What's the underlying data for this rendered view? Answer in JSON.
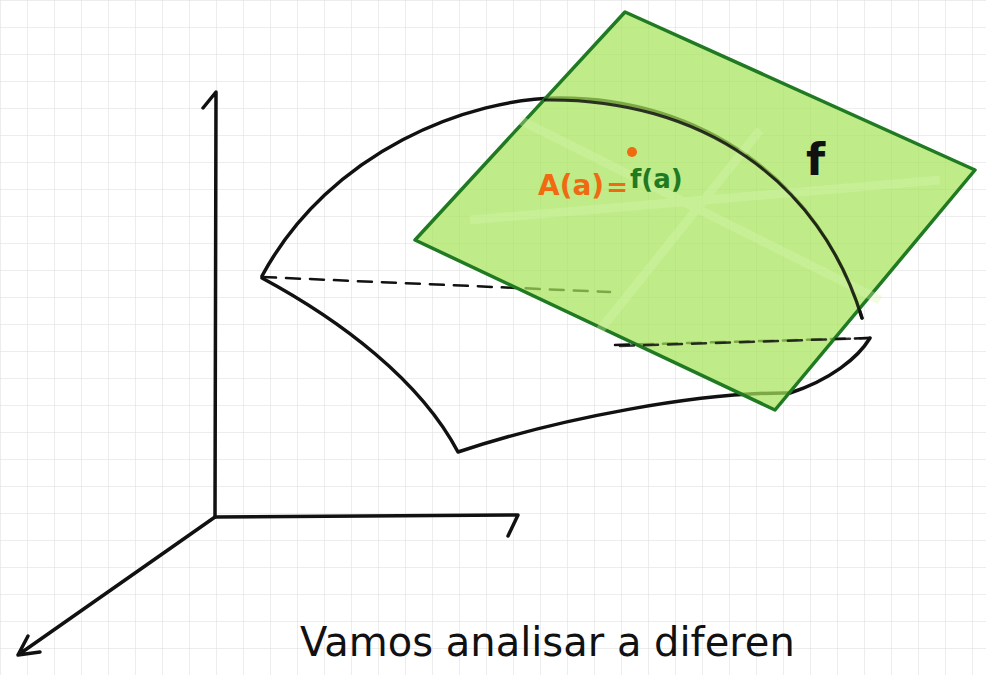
{
  "diagram": {
    "labels": [
      "A(a)",
      "=",
      "f(a)",
      "f",
      "Vamos analisar a diferen"
    ]
  }
}
